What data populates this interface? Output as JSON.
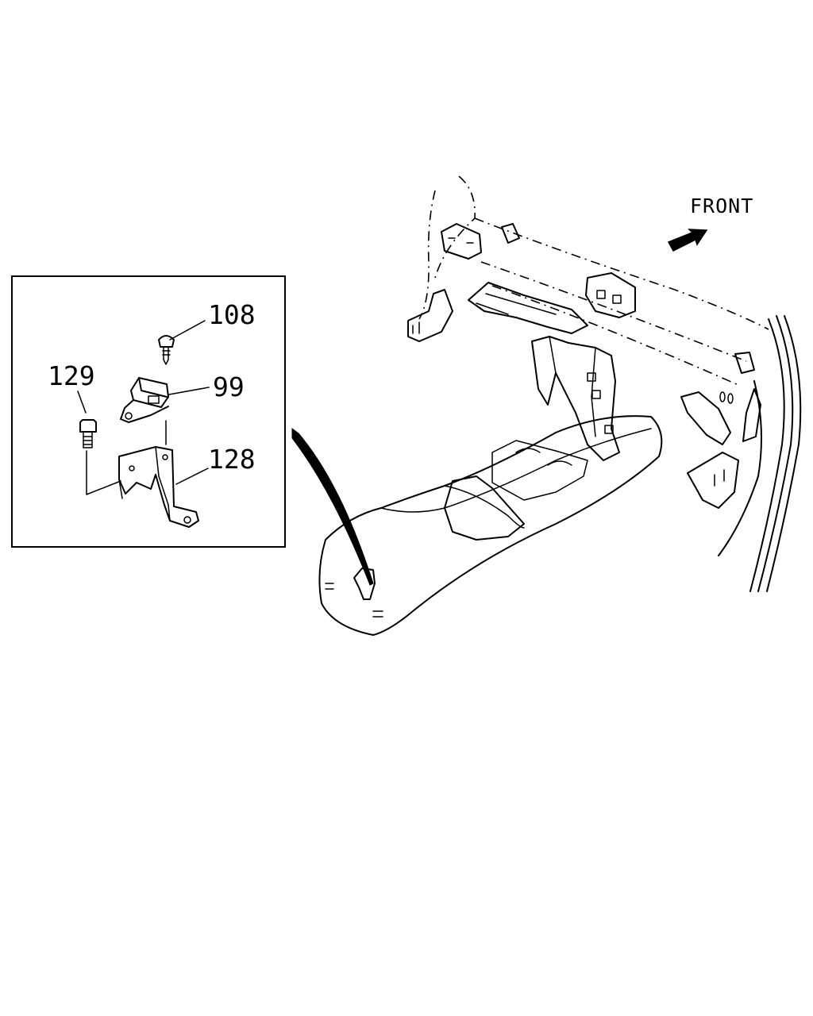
{
  "direction_label": "FRONT",
  "callouts": [
    {
      "id": "108",
      "text": "108"
    },
    {
      "id": "129",
      "text": "129"
    },
    {
      "id": "99",
      "text": "99"
    },
    {
      "id": "128",
      "text": "128"
    }
  ],
  "icons": {
    "direction_arrow": "front-arrow-icon",
    "detail_pointer": "leader-pointer-icon"
  }
}
